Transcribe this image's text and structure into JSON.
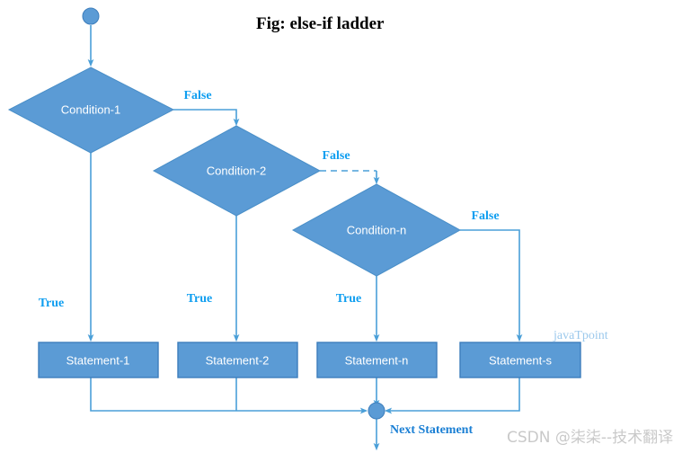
{
  "diagram": {
    "title": "Fig: else-if ladder",
    "type": "flowchart",
    "colors": {
      "node_fill": "#5b9bd5",
      "node_stroke": "#3d7ebc",
      "connector": "#4a9fd8",
      "label_blue": "#0f9ef0",
      "title_black": "#000000",
      "watermark_blue": "#9cc9ec",
      "watermark_gray": "#c9c9c9"
    },
    "start_node": {
      "name": "start",
      "shape": "circle"
    },
    "decisions": [
      {
        "id": "condition-1",
        "label": "Condition-1",
        "shape": "diamond"
      },
      {
        "id": "condition-2",
        "label": "Condition-2",
        "shape": "diamond"
      },
      {
        "id": "condition-n",
        "label": "Condition-n",
        "shape": "diamond"
      }
    ],
    "processes": [
      {
        "id": "statement-1",
        "label": "Statement-1",
        "shape": "rectangle"
      },
      {
        "id": "statement-2",
        "label": "Statement-2",
        "shape": "rectangle"
      },
      {
        "id": "statement-n",
        "label": "Statement-n",
        "shape": "rectangle"
      },
      {
        "id": "statement-s",
        "label": "Statement-s",
        "shape": "rectangle"
      }
    ],
    "edge_labels": {
      "false_1": "False",
      "false_2": "False",
      "false_n": "False",
      "true_1": "True",
      "true_2": "True",
      "true_n": "True"
    },
    "merge_node": {
      "name": "merge-junction",
      "shape": "circle",
      "label": "Next Statement"
    }
  },
  "watermarks": {
    "source": "javaTpoint",
    "credit": "CSDN @柒柒--技术翻译"
  }
}
